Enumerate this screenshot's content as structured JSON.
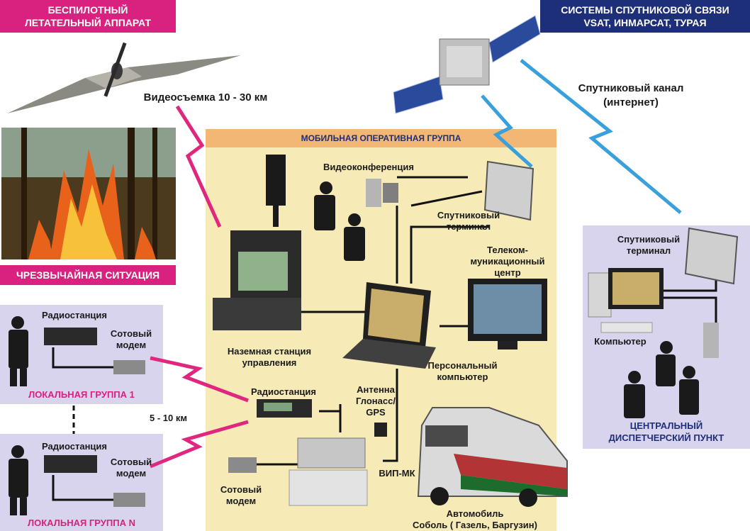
{
  "colors": {
    "magenta": "#d9217f",
    "navy": "#1e2f7a",
    "cream": "#f6eab6",
    "orange_bar": "#f2b675",
    "lavender": "#d9d4ee",
    "wire": "#111111",
    "lightning_magenta": "#e0267e",
    "lightning_blue": "#3aa0dc"
  },
  "banners": {
    "uav": "БЕСПИЛОТНЫЙ\nЛЕТАТЕЛЬНЫЙ АППАРАТ",
    "satellite_systems": "СИСТЕМЫ СПУТНИКОВОЙ СВЯЗИ\nVSAT, ИНМАРСАТ, ТУРАЯ",
    "emergency": "ЧРЕЗВЫЧАЙНАЯ СИТУАЦИЯ",
    "mobile_group": "МОБИЛЬНАЯ ОПЕРАТИВНАЯ ГРУППА"
  },
  "labels": {
    "video_range": "Видеосъемка 10 - 30 км",
    "sat_channel": "Спутниковый канал\n(интернет)",
    "videoconf": "Видеоконференция",
    "sat_terminal_mobile": "Спутниковый\nтерминал",
    "telecom_center": "Телеком-\nмуникационный\nцентр",
    "ground_station": "Наземная станция\nуправления",
    "pc": "Персональный\nкомпьютер",
    "radio_center": "Радиостанция",
    "antenna": "Антенна\nГлонасс/\nGPS",
    "vip_mk": "ВИП-МК",
    "cell_modem_center": "Сотовый\nмодем",
    "vehicle": "Автомобиль\nСоболь ( Газель, Баргузин)",
    "range_local": "5 - 10 км",
    "sat_terminal_dispatch": "Спутниковый\nтерминал",
    "computer": "Компьютер"
  },
  "local_group_1": {
    "radio": "Радиостанция",
    "modem": "Сотовый\nмодем",
    "title": "ЛОКАЛЬНАЯ ГРУППА 1"
  },
  "local_group_n": {
    "radio": "Радиостанция",
    "modem": "Сотовый\nмодем",
    "title": "ЛОКАЛЬНАЯ ГРУППА N"
  },
  "dispatch": {
    "title": "ЦЕНТРАЛЬНЫЙ\nДИСПЕТЧЕРСКИЙ ПУНКТ"
  }
}
